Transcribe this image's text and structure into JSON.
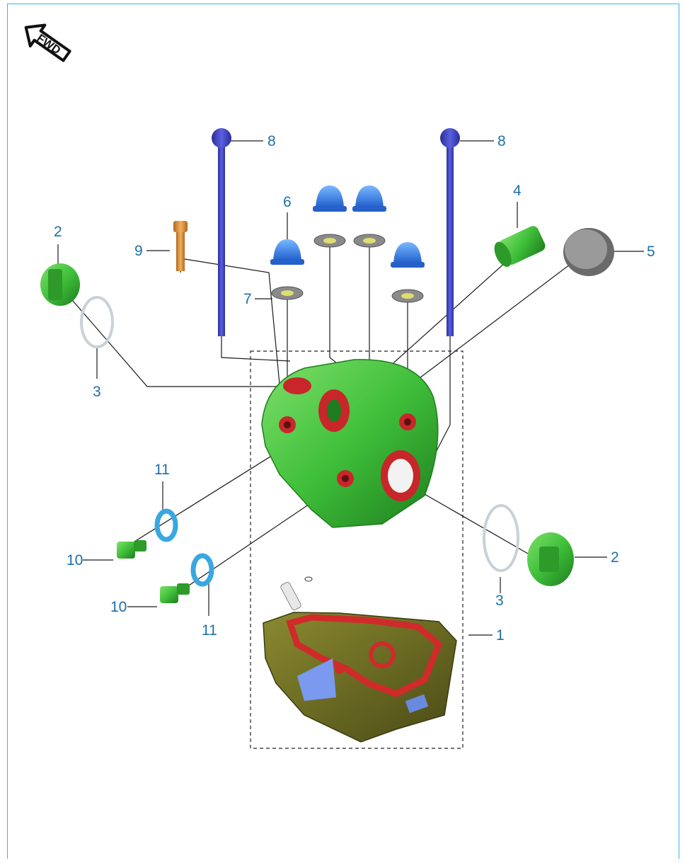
{
  "badge": {
    "text": "FWD"
  },
  "colors": {
    "frame": "#31b7e8",
    "callout_text": "#1d6fa8",
    "cylinder_head": "#3fbf3a",
    "cylinder_head_seat": "#c8262a",
    "cylinder_base": "#6b6b22",
    "cylinder_gasket": "#d02a2a",
    "stud_bolt": "#3a3fbf",
    "cap_nut": "#2f7fe0",
    "washer": "#8a8a8a",
    "bolt": "#d98a2a",
    "o_ring": "#dfe6ea",
    "seal_washer": "#39a7e0"
  },
  "callouts": [
    {
      "id": "1",
      "label": "1"
    },
    {
      "id": "2-left",
      "label": "2"
    },
    {
      "id": "2-right",
      "label": "2"
    },
    {
      "id": "3-left",
      "label": "3"
    },
    {
      "id": "3-right",
      "label": "3"
    },
    {
      "id": "4",
      "label": "4"
    },
    {
      "id": "5",
      "label": "5"
    },
    {
      "id": "6",
      "label": "6"
    },
    {
      "id": "7",
      "label": "7"
    },
    {
      "id": "8-left",
      "label": "8"
    },
    {
      "id": "8-right",
      "label": "8"
    },
    {
      "id": "9",
      "label": "9"
    },
    {
      "id": "10-upper",
      "label": "10"
    },
    {
      "id": "10-lower",
      "label": "10"
    },
    {
      "id": "11-upper",
      "label": "11"
    },
    {
      "id": "11-lower",
      "label": "11"
    }
  ]
}
